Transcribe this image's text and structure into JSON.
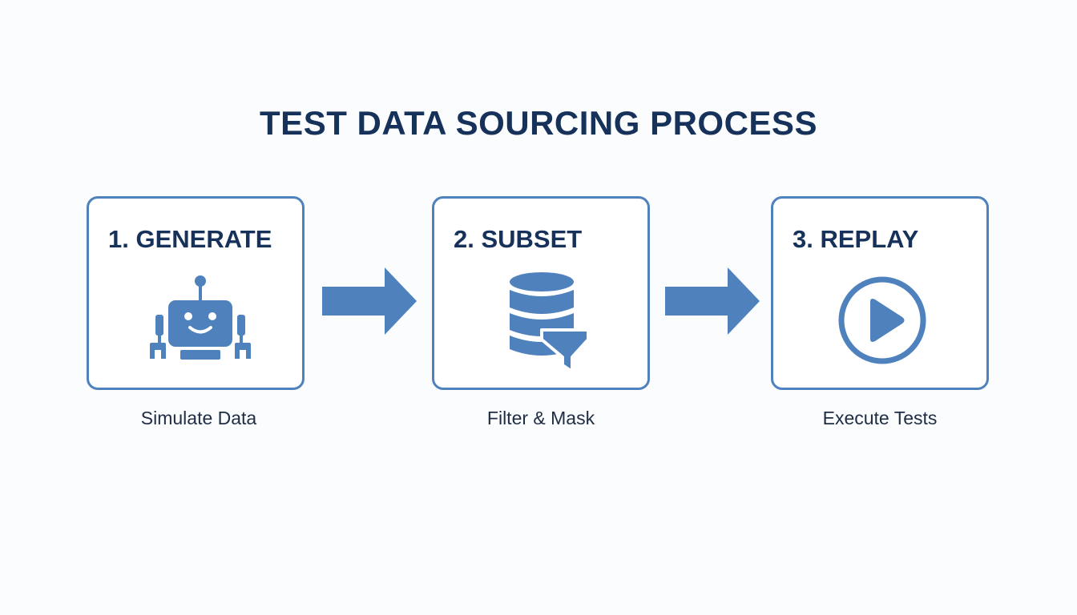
{
  "title": "TEST DATA SOURCING PROCESS",
  "colors": {
    "accent": "#4f81bd",
    "title_text": "#17325a",
    "caption_text": "#1e2c44"
  },
  "steps": [
    {
      "label": "1. GENERATE",
      "icon": "robot-icon",
      "caption": "Simulate Data"
    },
    {
      "label": "2. SUBSET",
      "icon": "database-filter-icon",
      "caption": "Filter & Mask"
    },
    {
      "label": "3. REPLAY",
      "icon": "play-circle-icon",
      "caption": "Execute Tests"
    }
  ]
}
